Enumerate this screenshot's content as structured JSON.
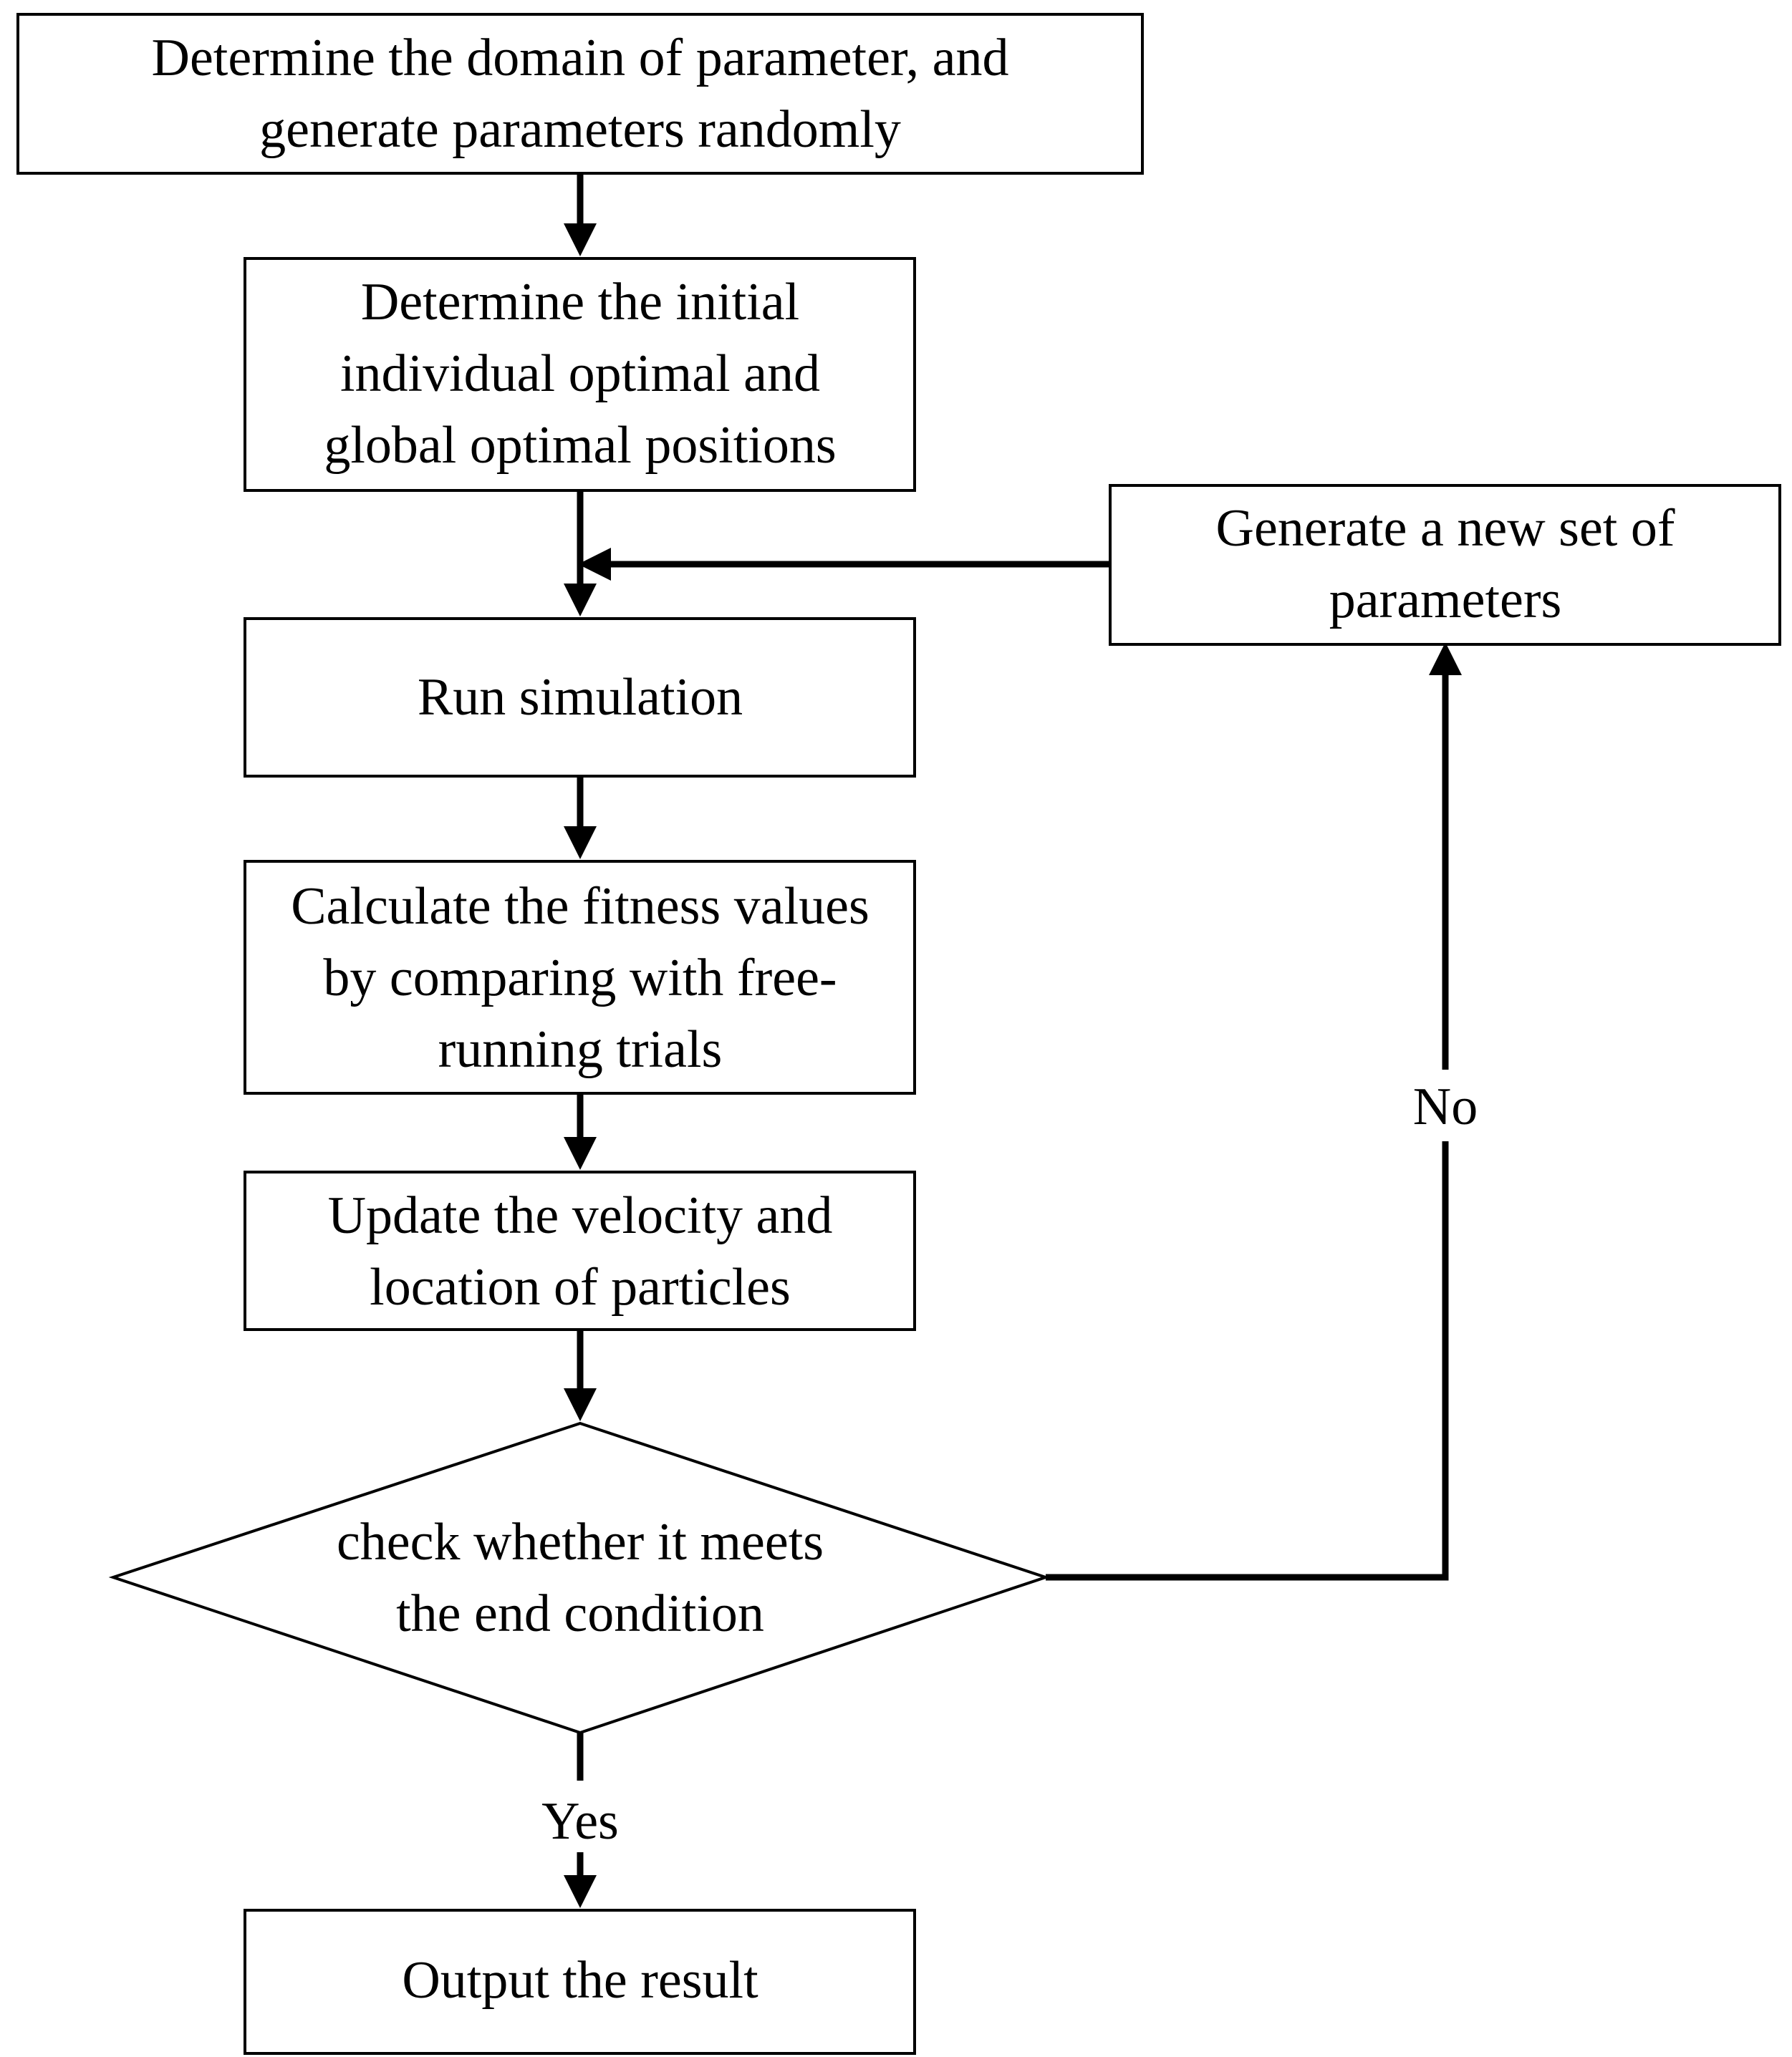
{
  "nodes": {
    "domain": {
      "lines": [
        "Determine the domain of parameter, and",
        "generate parameters randomly"
      ]
    },
    "initial": {
      "lines": [
        "Determine the initial",
        "individual optimal and",
        "global optimal positions"
      ]
    },
    "run": {
      "lines": [
        "Run simulation"
      ]
    },
    "fitness": {
      "lines": [
        "Calculate the fitness values",
        "by comparing with free-",
        "running trials"
      ]
    },
    "update": {
      "lines": [
        "Update the velocity and",
        "location of particles"
      ]
    },
    "check": {
      "lines": [
        "check whether it meets",
        "the end condition"
      ]
    },
    "output": {
      "lines": [
        "Output the result"
      ]
    },
    "new_params": {
      "lines": [
        "Generate a new set of",
        "parameters"
      ]
    }
  },
  "edge_labels": {
    "no": "No",
    "yes": "Yes"
  }
}
